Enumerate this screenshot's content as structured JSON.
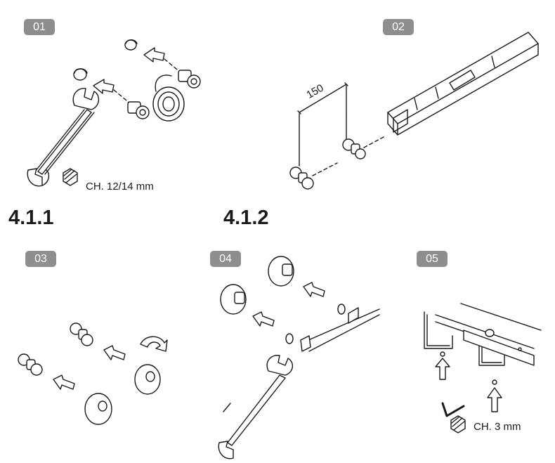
{
  "steps": [
    {
      "number": "01"
    },
    {
      "number": "02"
    },
    {
      "number": "03"
    },
    {
      "number": "04"
    },
    {
      "number": "05"
    }
  ],
  "sections": [
    "4.1.1",
    "4.1.2"
  ],
  "wrench_size": "CH. 12/14 mm",
  "hex_key_size": "CH. 3 mm",
  "dimension": "150",
  "colors": {
    "badge": "#8e8e8e",
    "ink": "#1a1a1a"
  }
}
